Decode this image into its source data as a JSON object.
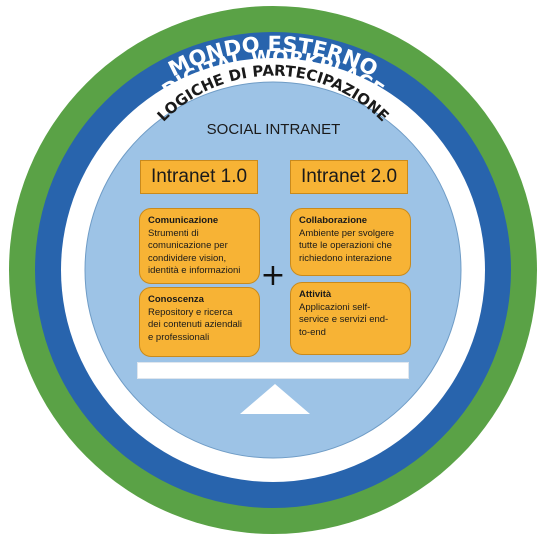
{
  "rings": {
    "outer": "MONDO ESTERNO",
    "middle": "DIGITAL WORKPLACE",
    "inner": "LOGICHE DI PARTECIPAZIONE"
  },
  "colors": {
    "green": "#5aa246",
    "blue": "#2864ad",
    "white_ring": "#ffffff",
    "light_blue": "#9dc3e6",
    "orange": "#f7b335"
  },
  "center": {
    "title": "SOCIAL INTRANET",
    "left_header": "Intranet 1.0",
    "right_header": "Intranet 2.0",
    "plus": "+",
    "cards": {
      "comunicazione": {
        "title": "Comunicazione",
        "text": "Strumenti di\ncomunicazione per\ncondividere vision,\nidentità e informazioni"
      },
      "conoscenza": {
        "title": "Conoscenza",
        "text": "Repository e ricerca\ndei contenuti aziendali\ne professionali"
      },
      "collaborazione": {
        "title": "Collaborazione",
        "text": "Ambiente per svolgere\ntutte le operazioni che\nrichiedono interazione"
      },
      "attivita": {
        "title": "Attività",
        "text": "Applicazioni self-\nservice e servizi end-\nto-end"
      }
    }
  }
}
